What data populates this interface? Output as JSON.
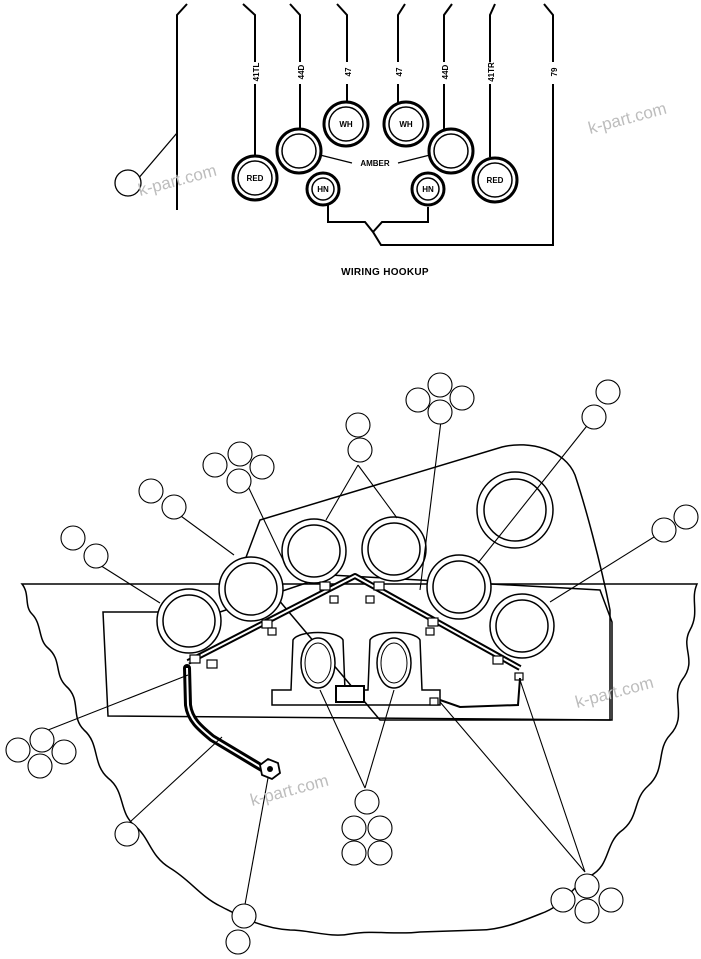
{
  "wiring": {
    "wire_labels": [
      "41TL",
      "44D",
      "47",
      "47",
      "44D",
      "41TR",
      "79"
    ],
    "amber_label": "AMBER",
    "lamps": {
      "red_left": "RED",
      "wh_left": "WH",
      "wh_right": "WH",
      "red_right": "RED",
      "hn_left": "HN",
      "hn_right": "HN"
    },
    "caption": "WIRING HOOKUP"
  },
  "watermarks": [
    "k-part.com",
    "k-part.com",
    "k-part.com",
    "k-part.com"
  ]
}
